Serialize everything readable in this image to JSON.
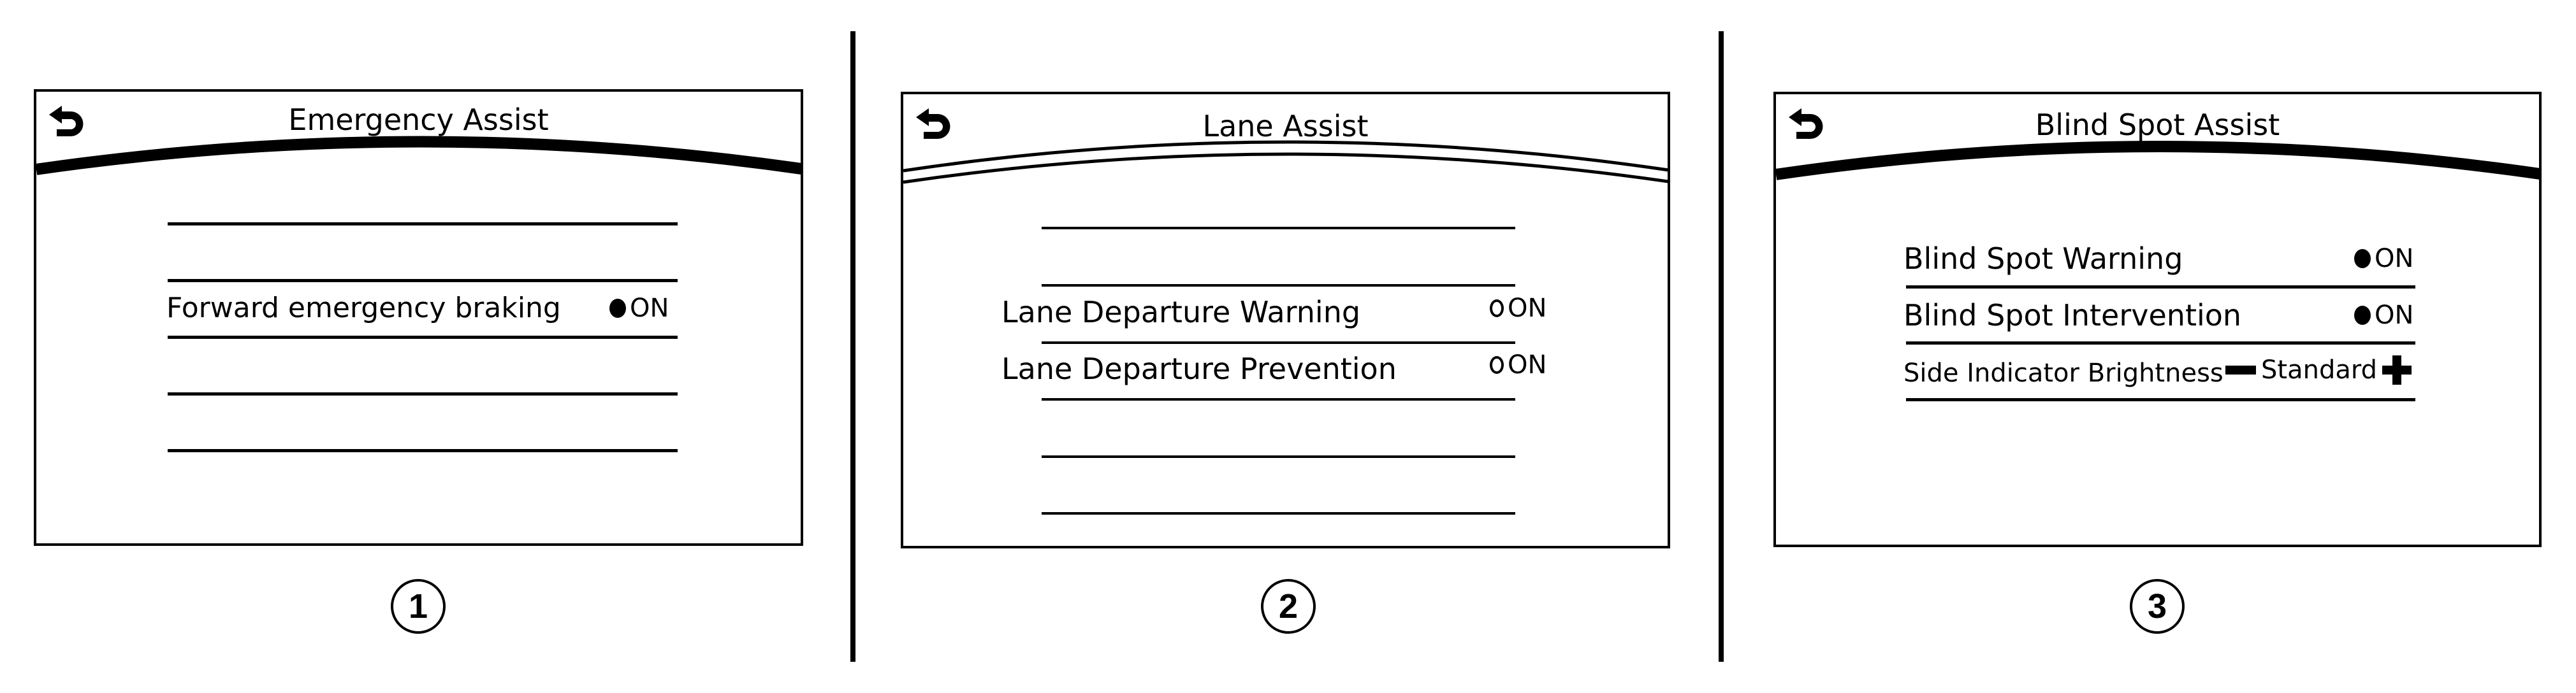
{
  "panels": [
    {
      "id": 1,
      "title": "Emergency Assist",
      "back_icon": "back-arrow-icon",
      "header_style": "solid-arc",
      "rows": [
        {
          "label": "",
          "status": ""
        },
        {
          "label": "Forward emergency braking",
          "indicator": "filled",
          "status": "ON"
        },
        {
          "label": "",
          "status": ""
        },
        {
          "label": "",
          "status": ""
        }
      ],
      "callout": "1"
    },
    {
      "id": 2,
      "title": "Lane Assist",
      "back_icon": "back-arrow-icon",
      "header_style": "double-line-arc",
      "rows": [
        {
          "label": "",
          "status": ""
        },
        {
          "label": "Lane Departure Warning",
          "indicator": "hollow",
          "status": "ON"
        },
        {
          "label": "Lane Departure Prevention",
          "indicator": "hollow",
          "status": "ON"
        },
        {
          "label": "",
          "status": ""
        },
        {
          "label": "",
          "status": ""
        }
      ],
      "callout": "2"
    },
    {
      "id": 3,
      "title": "Blind Spot Assist",
      "back_icon": "back-arrow-icon",
      "header_style": "solid-arc",
      "rows": [
        {
          "label": "Blind Spot Warning",
          "indicator": "filled",
          "status": "ON"
        },
        {
          "label": "Blind Spot Intervention",
          "indicator": "filled",
          "status": "ON"
        },
        {
          "label": "Side Indicator Brightness",
          "control": "stepper",
          "minus_icon": "minus-icon",
          "value": "Standard",
          "plus_icon": "plus-icon"
        }
      ],
      "callout": "3"
    }
  ],
  "colors": {
    "foreground": "#000000",
    "background": "#ffffff"
  }
}
